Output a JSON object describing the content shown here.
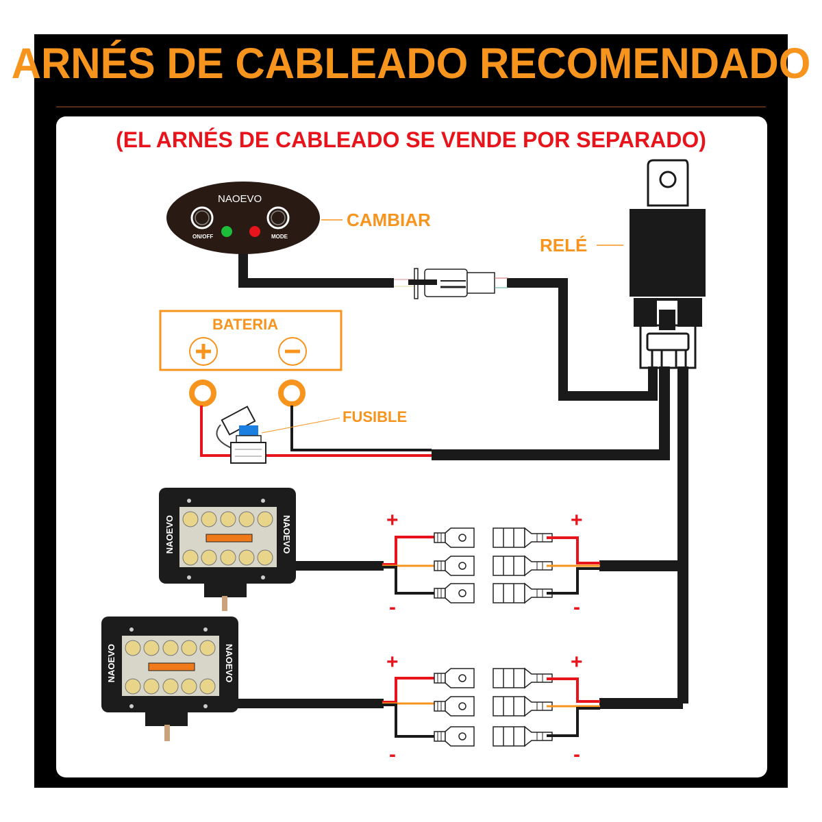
{
  "header": {
    "title": "ARNÉS DE CABLEADO RECOMENDADO",
    "subtitle": "(EL ARNÉS DE CABLEADO SE VENDE POR SEPARADO)"
  },
  "components": {
    "switch": {
      "label": "CAMBIAR",
      "brand": "NAOEVO",
      "button_left": "ON/OFF",
      "button_right": "MODE",
      "led_left_color": "#1dbf3a",
      "led_right_color": "#e8141b"
    },
    "relay": {
      "label": "RELÉ"
    },
    "battery": {
      "label": "BATERIA",
      "positive": "+",
      "negative": "−"
    },
    "fuse": {
      "label": "FUSIBLE"
    },
    "lights": [
      {
        "brand": "NAOEVO"
      },
      {
        "brand": "NAOEVO"
      }
    ],
    "connectors": [
      {
        "left_plus": "+",
        "left_minus": "-",
        "right_plus": "+",
        "right_minus": "-"
      },
      {
        "left_plus": "+",
        "left_minus": "-",
        "right_plus": "+",
        "right_minus": "-"
      }
    ]
  },
  "colors": {
    "title": "#f7941d",
    "subtitle": "#e8141b",
    "label": "#f7941d",
    "wire_black": "#1a1a1a",
    "wire_red": "#e8141b",
    "wire_orange": "#f7941d",
    "fuse_blue": "#1a7fe0"
  }
}
